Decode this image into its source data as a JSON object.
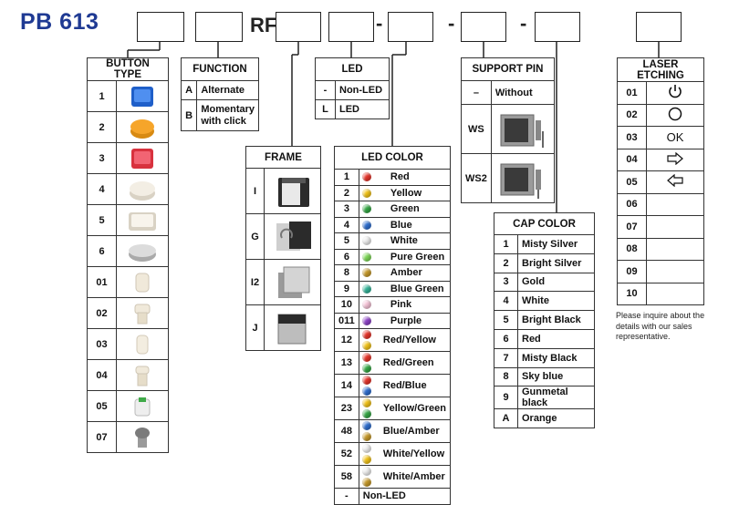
{
  "title": "PB 613",
  "code_parts": {
    "rf": "RF",
    "dash": "-"
  },
  "button_type": {
    "header": "BUTTON TYPE",
    "rows": [
      {
        "code": "1",
        "thumb": "blue-square-cap"
      },
      {
        "code": "2",
        "thumb": "orange-round-cap"
      },
      {
        "code": "3",
        "thumb": "red-square-cap"
      },
      {
        "code": "4",
        "thumb": "white-round-cap"
      },
      {
        "code": "5",
        "thumb": "white-square-cap"
      },
      {
        "code": "6",
        "thumb": "grey-round-cap"
      },
      {
        "code": "01",
        "thumb": "stem-01"
      },
      {
        "code": "02",
        "thumb": "stem-02"
      },
      {
        "code": "03",
        "thumb": "stem-03"
      },
      {
        "code": "04",
        "thumb": "stem-04"
      },
      {
        "code": "05",
        "thumb": "stem-05"
      },
      {
        "code": "07",
        "thumb": "stem-07"
      }
    ]
  },
  "function": {
    "header": "FUNCTION",
    "rows": [
      {
        "code": "A",
        "label": "Alternate"
      },
      {
        "code": "B",
        "label": "Momentary with click",
        "label_line1": "Momentary",
        "label_line2": "with click"
      }
    ]
  },
  "frame": {
    "header": "FRAME",
    "rows": [
      {
        "code": "I"
      },
      {
        "code": "G"
      },
      {
        "code": "I2"
      },
      {
        "code": "J"
      }
    ]
  },
  "led": {
    "header": "LED",
    "rows": [
      {
        "code": "-",
        "label": "Non-LED"
      },
      {
        "code": "L",
        "label": "LED"
      }
    ]
  },
  "led_color": {
    "header": "LED COLOR",
    "rows": [
      {
        "code": "1",
        "label": "Red",
        "colors": [
          "#e8352b"
        ]
      },
      {
        "code": "2",
        "label": "Yellow",
        "colors": [
          "#f3c419"
        ]
      },
      {
        "code": "3",
        "label": "Green",
        "colors": [
          "#35a845"
        ]
      },
      {
        "code": "4",
        "label": "Blue",
        "colors": [
          "#2f6fd0"
        ]
      },
      {
        "code": "5",
        "label": "White",
        "colors": [
          "#eeeeee"
        ]
      },
      {
        "code": "6",
        "label": "Pure Green",
        "colors": [
          "#7ed957"
        ]
      },
      {
        "code": "8",
        "label": "Amber",
        "colors": [
          "#c79a2a"
        ]
      },
      {
        "code": "9",
        "label": "Blue Green",
        "colors": [
          "#35b59a"
        ]
      },
      {
        "code": "10",
        "label": "Pink",
        "colors": [
          "#f7c4d8"
        ]
      },
      {
        "code": "011",
        "label": "Purple",
        "colors": [
          "#8e44c9"
        ]
      },
      {
        "code": "12",
        "label": "Red/Yellow",
        "colors": [
          "#e8352b",
          "#f3c419"
        ]
      },
      {
        "code": "13",
        "label": "Red/Green",
        "colors": [
          "#e8352b",
          "#35a845"
        ]
      },
      {
        "code": "14",
        "label": "Red/Blue",
        "colors": [
          "#e8352b",
          "#2f6fd0"
        ]
      },
      {
        "code": "23",
        "label": "Yellow/Green",
        "colors": [
          "#f3c419",
          "#35a845"
        ]
      },
      {
        "code": "48",
        "label": "Blue/Amber",
        "colors": [
          "#2f6fd0",
          "#c79a2a"
        ]
      },
      {
        "code": "52",
        "label": "White/Yellow",
        "colors": [
          "#eeeeee",
          "#f3c419"
        ]
      },
      {
        "code": "58",
        "label": "White/Amber",
        "colors": [
          "#eeeeee",
          "#c79a2a"
        ]
      },
      {
        "code": "-",
        "label": "Non-LED",
        "colors": []
      }
    ]
  },
  "support_pin": {
    "header": "SUPPORT PIN",
    "rows": [
      {
        "code": "–",
        "label": "Without"
      },
      {
        "code": "WS"
      },
      {
        "code": "WS2"
      }
    ]
  },
  "cap_color": {
    "header": "CAP COLOR",
    "rows": [
      {
        "code": "1",
        "label": "Misty Silver"
      },
      {
        "code": "2",
        "label": "Bright Silver"
      },
      {
        "code": "3",
        "label": "Gold"
      },
      {
        "code": "4",
        "label": "White"
      },
      {
        "code": "5",
        "label": "Bright Black"
      },
      {
        "code": "6",
        "label": "Red"
      },
      {
        "code": "7",
        "label": "Misty Black"
      },
      {
        "code": "8",
        "label": "Sky blue"
      },
      {
        "code": "9",
        "label": "Gunmetal black"
      },
      {
        "code": "A",
        "label": "Orange"
      }
    ]
  },
  "laser_etching": {
    "header": "LASER ETCHING",
    "rows": [
      {
        "code": "01",
        "symbol": "power-icon"
      },
      {
        "code": "02",
        "symbol": "circle-icon"
      },
      {
        "code": "03",
        "symbol_text": "OK"
      },
      {
        "code": "04",
        "symbol": "arrow-right-icon"
      },
      {
        "code": "05",
        "symbol": "arrow-left-icon"
      },
      {
        "code": "06"
      },
      {
        "code": "07"
      },
      {
        "code": "08"
      },
      {
        "code": "09"
      },
      {
        "code": "10"
      }
    ],
    "note": "Please inquire about the details with our sales representative."
  }
}
